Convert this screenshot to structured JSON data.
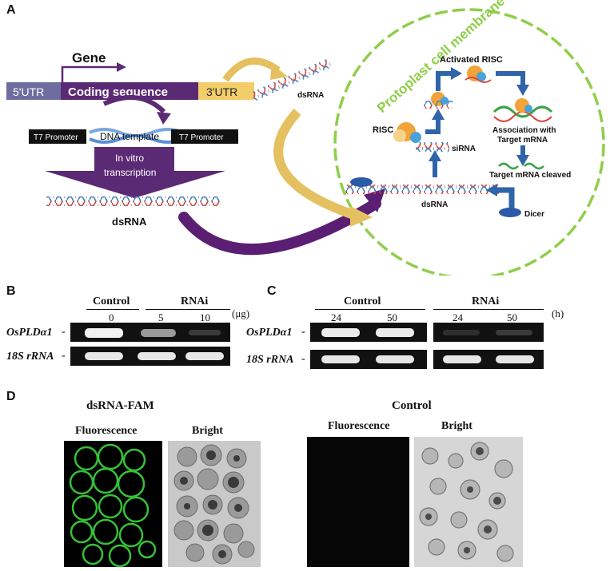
{
  "panelA": {
    "letter": "A",
    "gene": "Gene",
    "utr5": "5'UTR",
    "coding": "Coding sequence",
    "utr3": "3'UTR",
    "t7_left": "T7 Promoter",
    "dna_template": "DNA template",
    "t7_right": "T7 Promoter",
    "in_vitro_1": "In vitro",
    "in_vitro_2": "transcription",
    "dsrna_bottom": "dsRNA",
    "dsrna_top": "dsRNA",
    "membrane": "Protoplast cell membrane",
    "activated_risc": "Activated RISC",
    "risc": "RISC",
    "sirna": "siRNA",
    "assoc_1": "Association with",
    "assoc_2": "Target mRNA",
    "cleaved": "Target mRNA cleaved",
    "dsrna_inside": "dsRNA",
    "dicer": "Dicer",
    "colors": {
      "utr5": "#6d6e9f",
      "coding": "#5b2a75",
      "utr3": "#f2cd6a",
      "membrane": "#8fce4a",
      "purple_arrow": "#5a1f73",
      "gold_arrow": "#e5c060",
      "blue_arrow": "#2f64a8"
    }
  },
  "panelB": {
    "letter": "B",
    "control": "Control",
    "rnai": "RNAi",
    "unit": "(μg)",
    "doses": [
      "0",
      "5",
      "10"
    ],
    "row1": "OsPLDα1",
    "row2": "18S rRNA"
  },
  "panelC": {
    "letter": "C",
    "control": "Control",
    "rnai": "RNAi",
    "unit": "(h)",
    "times": [
      "24",
      "50",
      "24",
      "50"
    ],
    "row1": "OsPLDα1",
    "row2": "18S rRNA"
  },
  "panelD": {
    "letter": "D",
    "left_title": "dsRNA-FAM",
    "left_fluor": "Fluorescence",
    "left_bright": "Bright",
    "right_title": "Control",
    "right_fluor": "Fluorescence",
    "right_bright": "Bright"
  }
}
